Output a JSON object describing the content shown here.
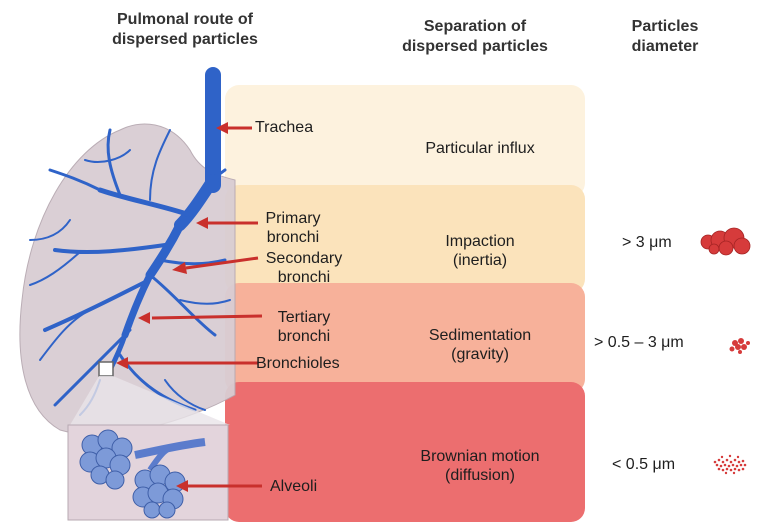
{
  "headers": {
    "route": [
      "Pulmonal route of",
      "dispersed particles"
    ],
    "separation": [
      "Separation of",
      "dispersed particles"
    ],
    "diameter": [
      "Particles",
      "diameter"
    ]
  },
  "anatomy": {
    "trachea": "Trachea",
    "primary": [
      "Primary",
      "bronchi"
    ],
    "secondary": [
      "Secondary",
      "bronchi"
    ],
    "tertiary": [
      "Tertiary",
      "bronchi"
    ],
    "bronchioles": "Bronchioles",
    "alveoli": "Alveoli"
  },
  "zones": [
    {
      "lines": [
        "Particular influx"
      ],
      "color": "#fdf2de"
    },
    {
      "lines": [
        "Impaction",
        "(inertia)"
      ],
      "color": "#fbe3bb"
    },
    {
      "lines": [
        "Sedimentation",
        "(gravity)"
      ],
      "color": "#f7b19a"
    },
    {
      "lines": [
        "Brownian motion",
        "(diffusion)"
      ],
      "color": "#ec6e6f"
    }
  ],
  "diameters": [
    {
      "label": "> 3 μm"
    },
    {
      "label": "> 0.5 – 3 μm"
    },
    {
      "label": "< 0.5 μm"
    }
  ],
  "colors": {
    "airway": "#2f63c8",
    "arrow": "#c9302c",
    "lung": "#d9cdd3",
    "alveoli": "#7d9ad8",
    "particle": "#d63b3b"
  }
}
